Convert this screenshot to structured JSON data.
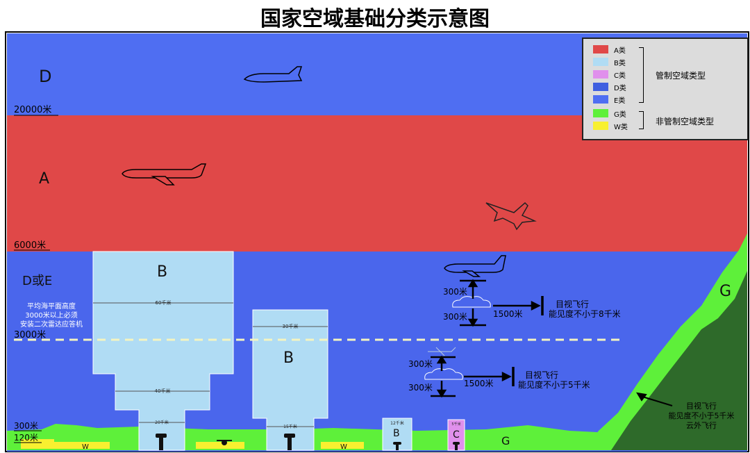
{
  "title": "国家空域基础分类示意图",
  "legend": {
    "items": [
      {
        "label": "A类",
        "color": "#e04848"
      },
      {
        "label": "B类",
        "color": "#b0dcf4"
      },
      {
        "label": "C类",
        "color": "#e090ec"
      },
      {
        "label": "D类",
        "color": "#3f5fe0"
      },
      {
        "label": "E类",
        "color": "#4f6ef2"
      },
      {
        "label": "G类",
        "color": "#5ef03a"
      },
      {
        "label": "W类",
        "color": "#f8f030"
      }
    ],
    "controlled_label": "管制空域类型",
    "uncontrolled_label": "非管制空域类型"
  },
  "altitudes": {
    "a20000": "20000米",
    "a6000": "6000米",
    "a3000": "3000米",
    "a300": "300米",
    "a120": "120米"
  },
  "zones": {
    "d_top": "D",
    "a": "A",
    "d_or_e": "D或E",
    "b1": "B",
    "b2": "B",
    "b_small": "B",
    "c_small": "C",
    "g_ground": "G",
    "g_mountain": "G",
    "w1": "W",
    "w2": "W"
  },
  "radar_note": [
    "平均海平面高度",
    "3000米以上必须",
    "安装二次雷达应答机"
  ],
  "b1_radii": {
    "r60": "60千米",
    "r40": "40千米",
    "r20": "20千米"
  },
  "b2_radii": {
    "r30": "30千米",
    "r15": "15千米"
  },
  "b_small_radius": "12千米",
  "c_small_radius": "5千米",
  "vfr_upper": {
    "above": "300米",
    "below": "300米",
    "horizontal": "1500米",
    "line1": "目视飞行",
    "line2": "能见度不小于8千米"
  },
  "vfr_lower": {
    "above": "300米",
    "below": "300米",
    "horizontal": "1500米",
    "line1": "目视飞行",
    "line2": "能见度不小于5千米"
  },
  "vfr_g": [
    "目视飞行",
    "能见度不小于5千米",
    "云外飞行"
  ],
  "colors": {
    "upper_blue": "#4f6ef2",
    "lower_blue": "#4a66ec",
    "red": "#e04848",
    "light_blue": "#b0dcf4",
    "green": "#5ef03a",
    "dark_green": "#2e6a2a",
    "yellow": "#f8f030",
    "pink": "#e090ec"
  }
}
